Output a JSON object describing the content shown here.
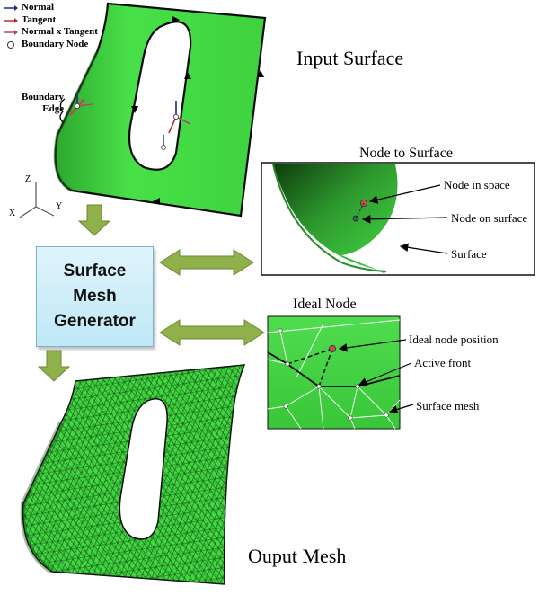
{
  "legend": {
    "items": [
      {
        "label": "Normal",
        "color": "#1b2a7a"
      },
      {
        "label": "Tangent",
        "color": "#b0303a"
      },
      {
        "label": "Normal x Tangent",
        "color": "#a0506a"
      },
      {
        "label": "Boundary Node",
        "color": "#ffffff"
      }
    ]
  },
  "input_surface": {
    "title": "Input Surface",
    "boundary_edge_label_line1": "Boundary",
    "boundary_edge_label_line2": "Edge"
  },
  "axes": {
    "z": "Z",
    "x": "X",
    "y": "Y"
  },
  "generator": {
    "line1": "Surface",
    "line2": "Mesh",
    "line3": "Generator"
  },
  "node_to_surface": {
    "title": "Node to Surface",
    "labels": [
      "Node in space",
      "Node on surface",
      "Surface"
    ]
  },
  "ideal_node": {
    "title": "Ideal Node",
    "labels": [
      "Ideal node position",
      "Active front",
      "Surface mesh"
    ]
  },
  "output_mesh": {
    "title": "Ouput Mesh"
  },
  "colors": {
    "surface": "#3fd63f",
    "surface_dark": "#1f7a1f",
    "arrow": "#8fb04a",
    "box": "#cdeef8"
  }
}
